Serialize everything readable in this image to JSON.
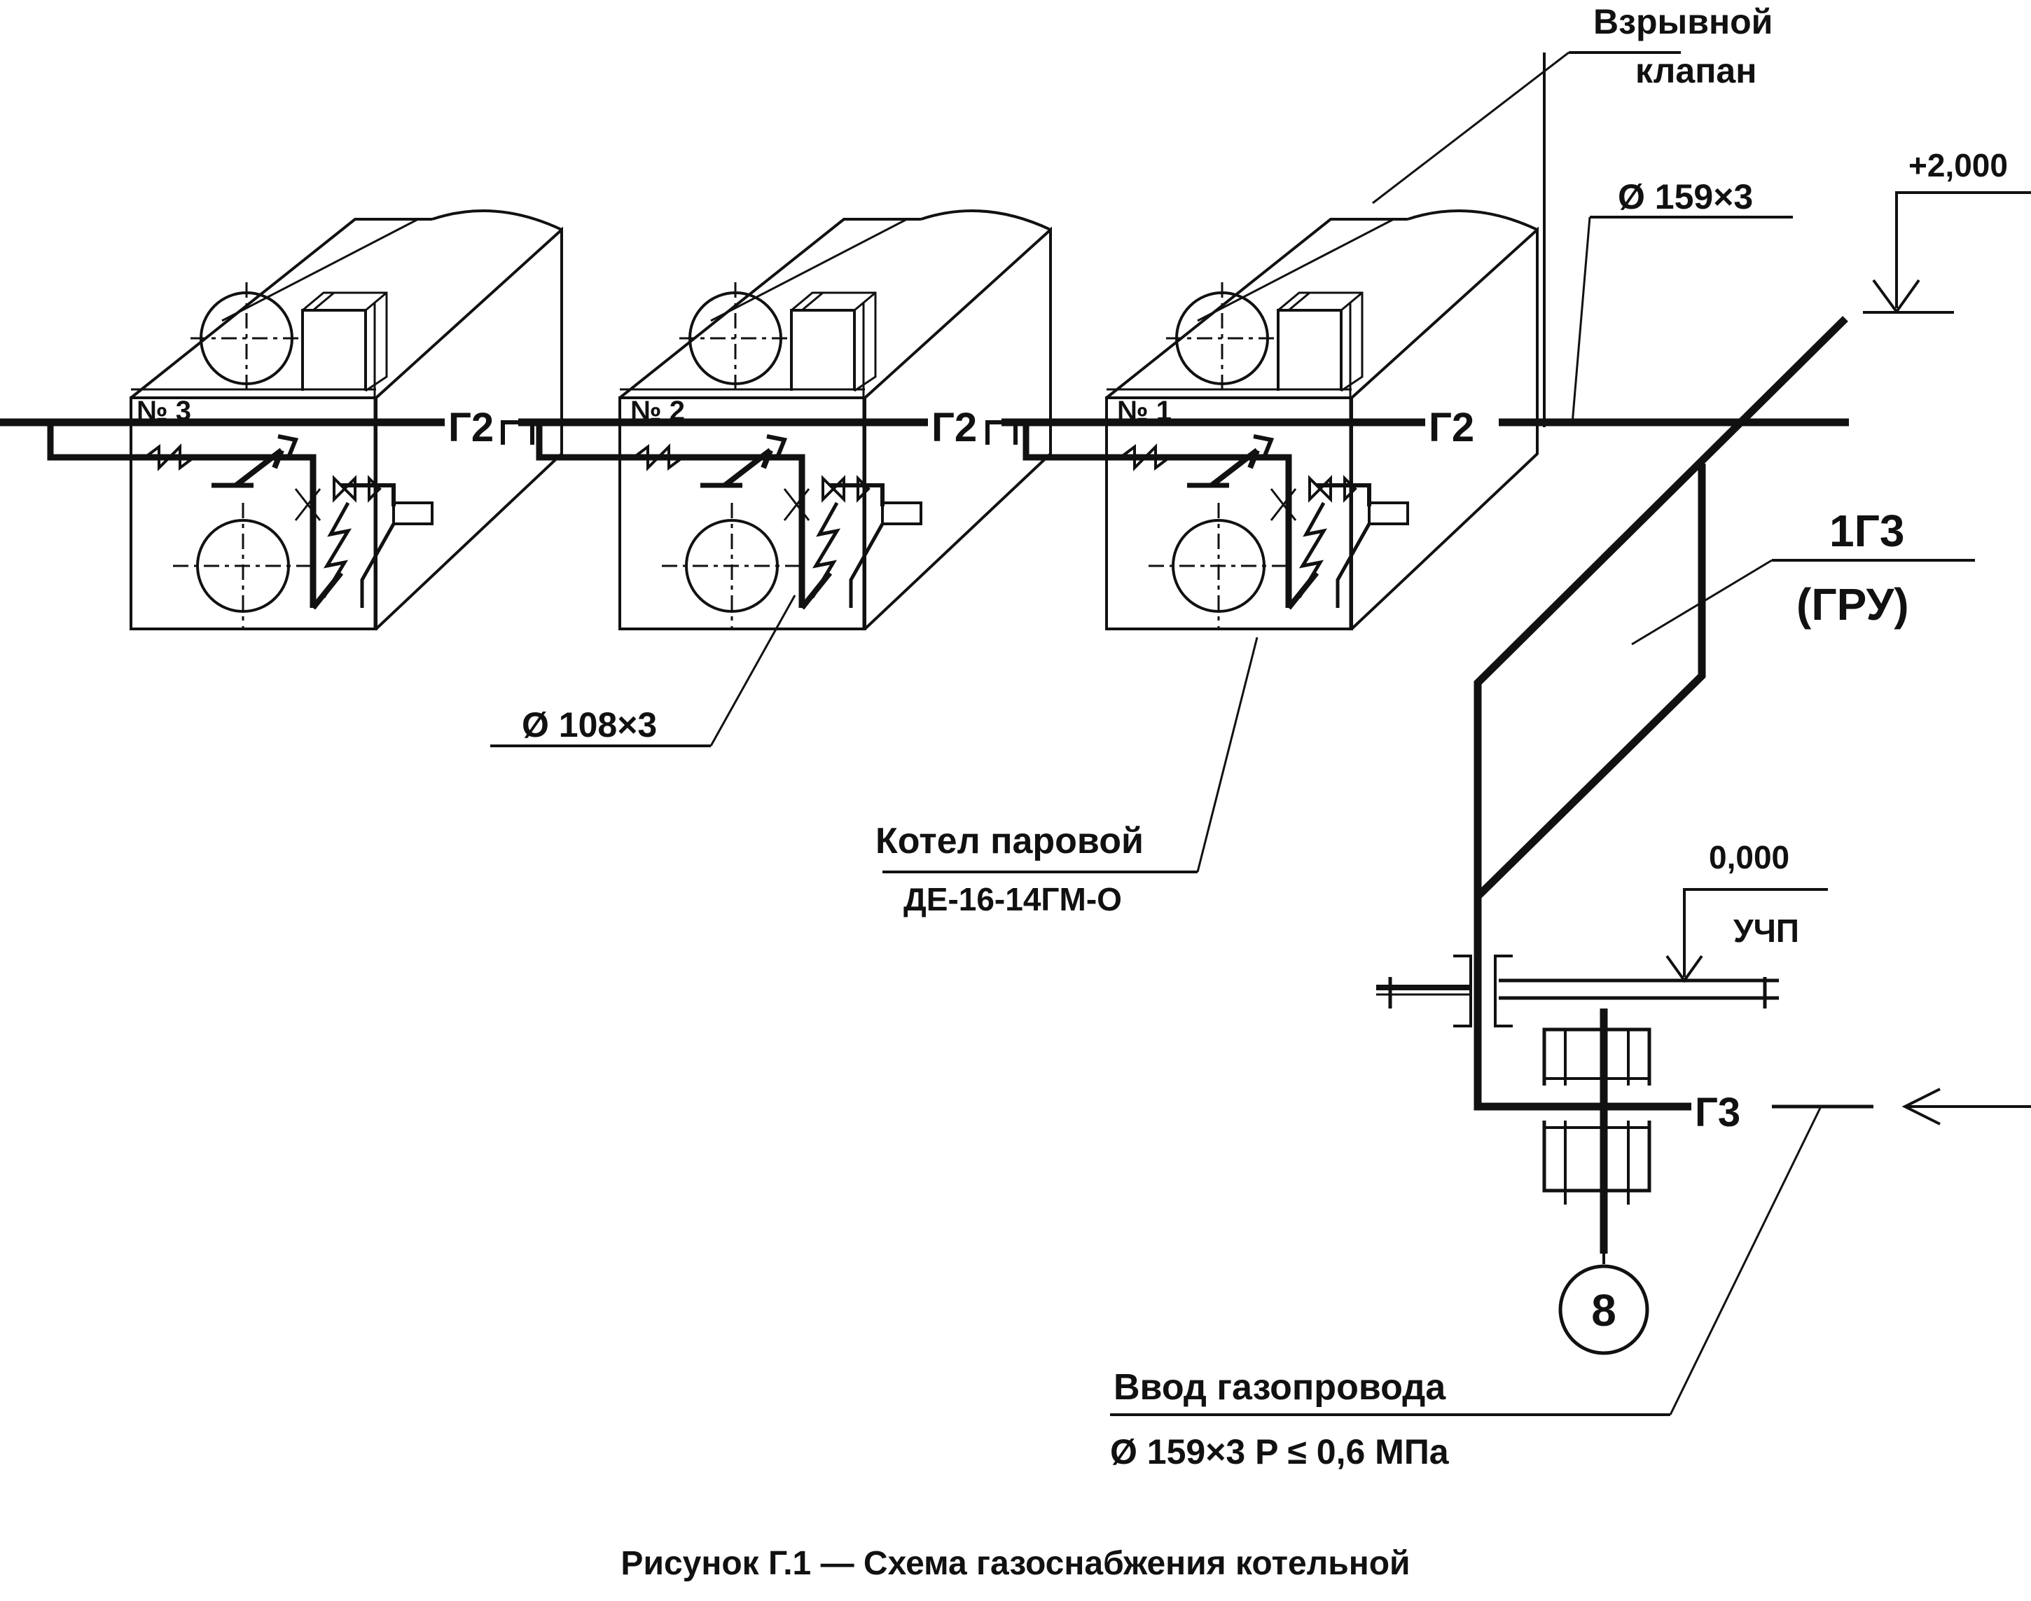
{
  "colors": {
    "ink": "#111111",
    "paper": "#ffffff"
  },
  "labels": {
    "explosion_valve_1": "Взрывной",
    "explosion_valve_2": "клапан",
    "elevation_top": "+2,000",
    "pipe_main": "Ø 159×3",
    "gas_line": "Г2",
    "boiler_1": "№ 1",
    "boiler_2": "№ 2",
    "boiler_3": "№ 3",
    "pipe_branch": "Ø 108×3",
    "grp_code": "1Г3",
    "grp_name": "(ГРУ)",
    "boiler_desc_1": "Котел паровой",
    "boiler_desc_2": "ДЕ-16-14ГМ-О",
    "elevation_zero": "0,000",
    "meter_unit": "УЧП",
    "gas_line_inlet": "Г3",
    "node_number": "8",
    "inlet_title": "Ввод газопровода",
    "inlet_spec": "Ø 159×3   P ≤ 0,6 МПа"
  },
  "caption": "Рисунок Г.1 — Схема газоснабжения котельной"
}
